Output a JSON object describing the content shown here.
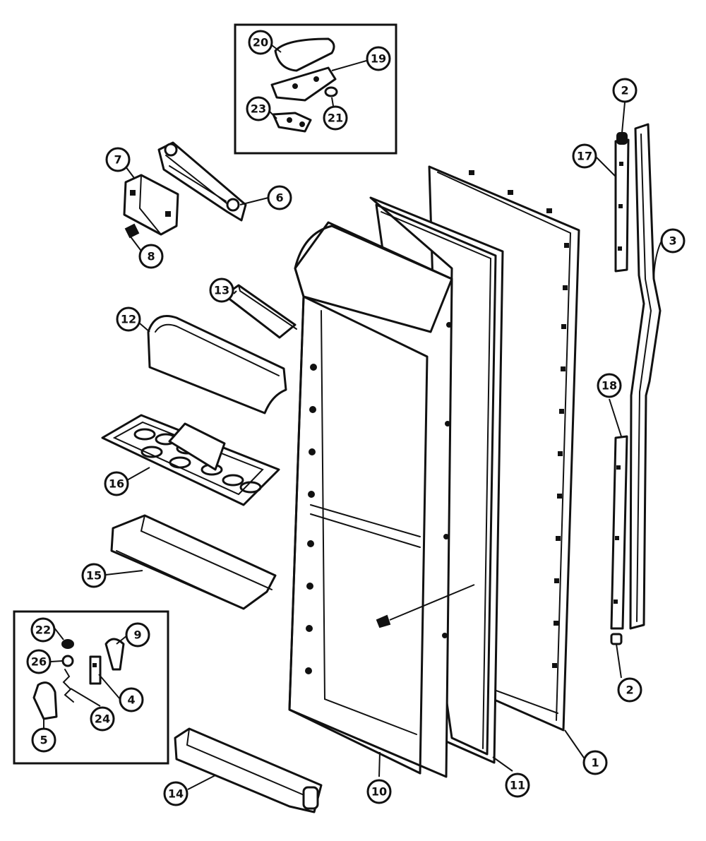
{
  "diagram": {
    "callouts": [
      {
        "id": "c1",
        "label": "1"
      },
      {
        "id": "c2a",
        "label": "2"
      },
      {
        "id": "c2b",
        "label": "2"
      },
      {
        "id": "c3",
        "label": "3"
      },
      {
        "id": "c4",
        "label": "4"
      },
      {
        "id": "c5",
        "label": "5"
      },
      {
        "id": "c6",
        "label": "6"
      },
      {
        "id": "c7",
        "label": "7"
      },
      {
        "id": "c8",
        "label": "8"
      },
      {
        "id": "c9",
        "label": "9"
      },
      {
        "id": "c10",
        "label": "10"
      },
      {
        "id": "c11",
        "label": "11"
      },
      {
        "id": "c12",
        "label": "12"
      },
      {
        "id": "c13",
        "label": "13"
      },
      {
        "id": "c14",
        "label": "14"
      },
      {
        "id": "c15",
        "label": "15"
      },
      {
        "id": "c16",
        "label": "16"
      },
      {
        "id": "c17",
        "label": "17"
      },
      {
        "id": "c18",
        "label": "18"
      },
      {
        "id": "c19",
        "label": "19"
      },
      {
        "id": "c20",
        "label": "20"
      },
      {
        "id": "c21",
        "label": "21"
      },
      {
        "id": "c22",
        "label": "22"
      },
      {
        "id": "c23",
        "label": "23"
      },
      {
        "id": "c24",
        "label": "24"
      },
      {
        "id": "c26",
        "label": "26"
      }
    ]
  }
}
